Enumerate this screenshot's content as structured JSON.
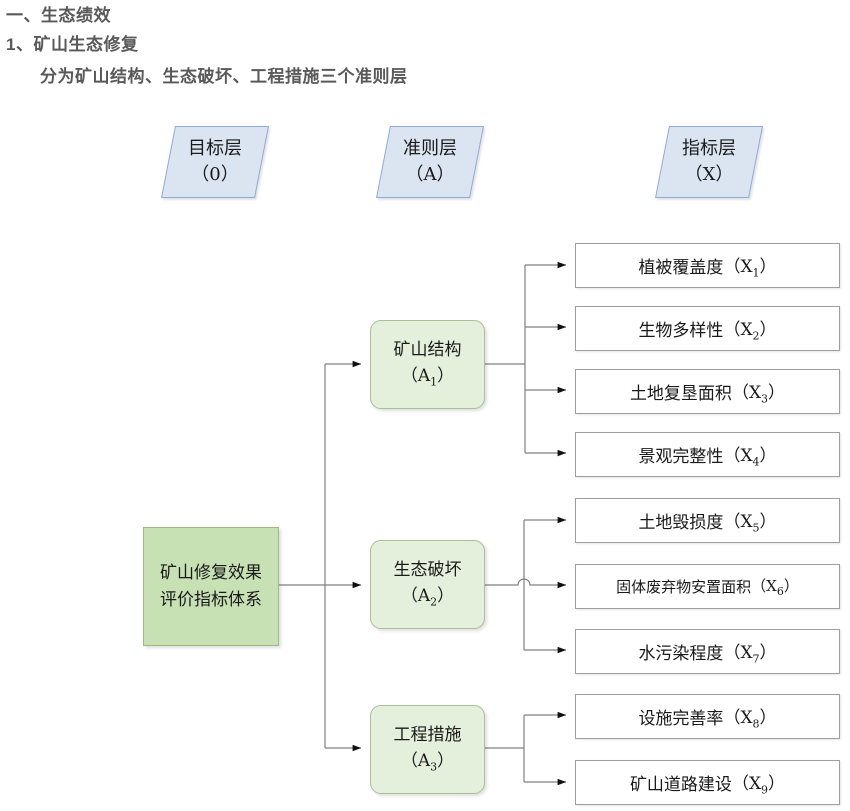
{
  "heading": {
    "line1": "一、生态绩效",
    "line2": "1、矿山生态修复",
    "line3": "分为矿山结构、生态破坏、工程措施三个准则层"
  },
  "layer_headers": [
    {
      "name": "goal-layer-header",
      "title": "目标层",
      "code": "（0）"
    },
    {
      "name": "criteria-layer-header",
      "title": "准则层",
      "code": "（A）"
    },
    {
      "name": "indicator-layer-header",
      "title": "指标层",
      "code": "（X）"
    }
  ],
  "goal": {
    "label": "矿山修复效果评价指标体系"
  },
  "criteria": [
    {
      "title": "矿山结构",
      "code": "A",
      "index": "1"
    },
    {
      "title": "生态破坏",
      "code": "A",
      "index": "2"
    },
    {
      "title": "工程措施",
      "code": "A",
      "index": "3"
    }
  ],
  "indicators": [
    {
      "label": "植被覆盖度",
      "code": "X",
      "index": "1",
      "group": 1
    },
    {
      "label": "生物多样性",
      "code": "X",
      "index": "2",
      "group": 1
    },
    {
      "label": "土地复垦面积",
      "code": "X",
      "index": "3",
      "group": 1
    },
    {
      "label": "景观完整性",
      "code": "X",
      "index": "4",
      "group": 1
    },
    {
      "label": "土地毁损度",
      "code": "X",
      "index": "5",
      "group": 2
    },
    {
      "label": "固体废弃物安置面积",
      "code": "X",
      "index": "6",
      "group": 2
    },
    {
      "label": "水污染程度",
      "code": "X",
      "index": "7",
      "group": 2
    },
    {
      "label": "设施完善率",
      "code": "X",
      "index": "8",
      "group": 3
    },
    {
      "label": "矿山道路建设",
      "code": "X",
      "index": "9",
      "group": 3
    }
  ],
  "colors": {
    "heading_text": "#595959",
    "layer_header_fill": "#dbe5f1",
    "layer_header_border": "#8faadc",
    "goal_fill": "#c7e0b4",
    "goal_border": "#9bbb86",
    "criteria_fill": "#e4efdc",
    "criteria_border": "#a9bf96",
    "indicator_fill": "#ffffff",
    "indicator_border": "#9e9e9e",
    "connector": "#808080"
  }
}
